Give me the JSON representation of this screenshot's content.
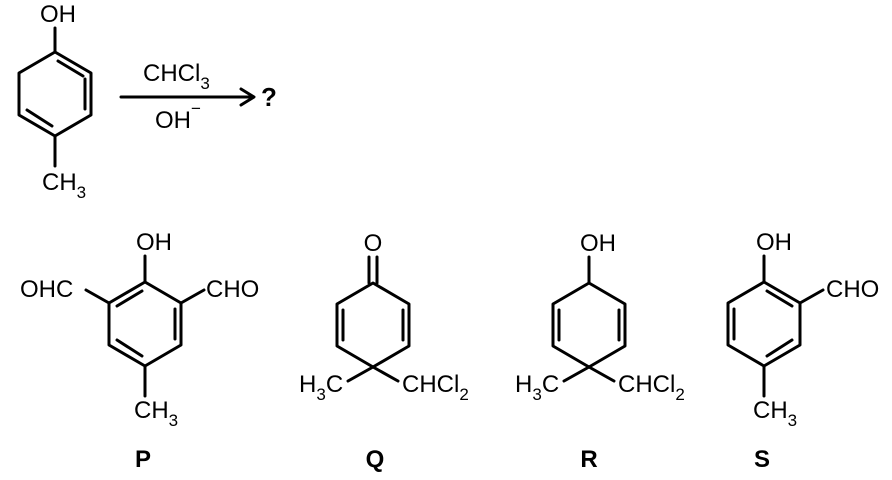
{
  "reactant": {
    "oh": "OH",
    "ch3_main": "CH",
    "ch3_sub": "3"
  },
  "reagents": {
    "top_main": "CHCl",
    "top_sub": "3",
    "bottom_main": "OH",
    "bottom_sup": "−",
    "product": "?"
  },
  "options": [
    {
      "label": "P",
      "oh": "OH",
      "left_group": "OHC",
      "right_group": "CHO",
      "ch3_main": "CH",
      "ch3_sub": "3"
    },
    {
      "label": "Q",
      "o": "O",
      "left_main": "H",
      "left_sub": "3",
      "left_tail": "C",
      "right_main": "CHCl",
      "right_sub": "2"
    },
    {
      "label": "R",
      "oh": "OH",
      "left_main": "H",
      "left_sub": "3",
      "left_tail": "C",
      "right_main": "CHCl",
      "right_sub": "2"
    },
    {
      "label": "S",
      "oh": "OH",
      "right_group": "CHO",
      "ch3_main": "CH",
      "ch3_sub": "3"
    }
  ]
}
